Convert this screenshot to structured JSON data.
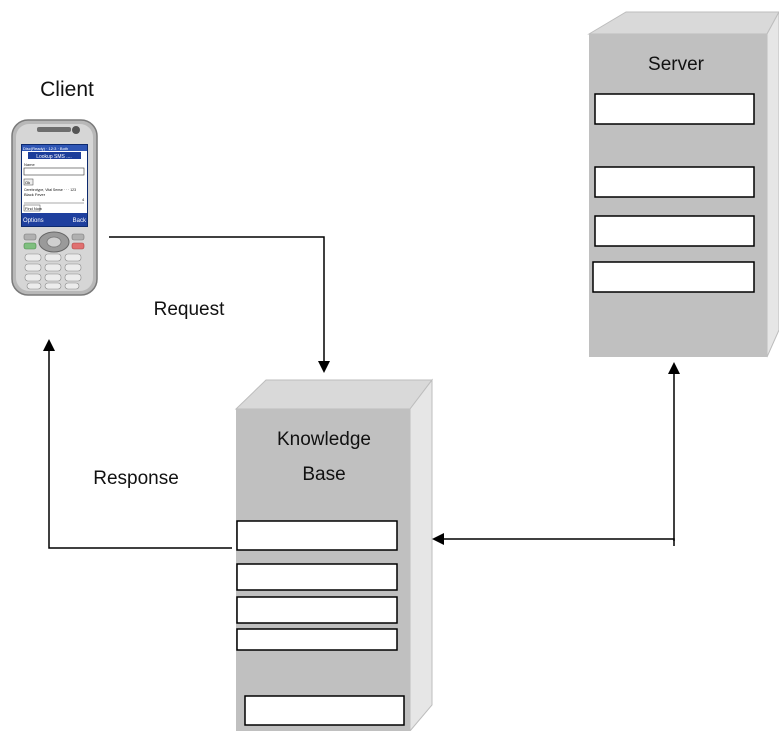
{
  "labels": {
    "client": "Client",
    "server": "Server",
    "kb_line1": "Knowledge",
    "kb_line2": "Base",
    "request": "Request",
    "response": "Response"
  },
  "phone": {
    "screen_header": "Disc(Ready) · 12:3 · Both",
    "screen_title": "Lookup SMS ....",
    "screen_field_label": "Name",
    "screen_button": "Ok",
    "screen_line1": "Cerebrotype, Vital Sense · · · 123",
    "screen_line2": "Black Fever",
    "screen_value": "4",
    "screen_bottom_btn": "Find Now",
    "softkey_left": "Options",
    "softkey_right": "Back"
  },
  "colors": {
    "box_front": "#c0c0c0",
    "box_top": "#d9d9d9",
    "box_side": "#e6e6e6",
    "arrow": "#000000"
  }
}
